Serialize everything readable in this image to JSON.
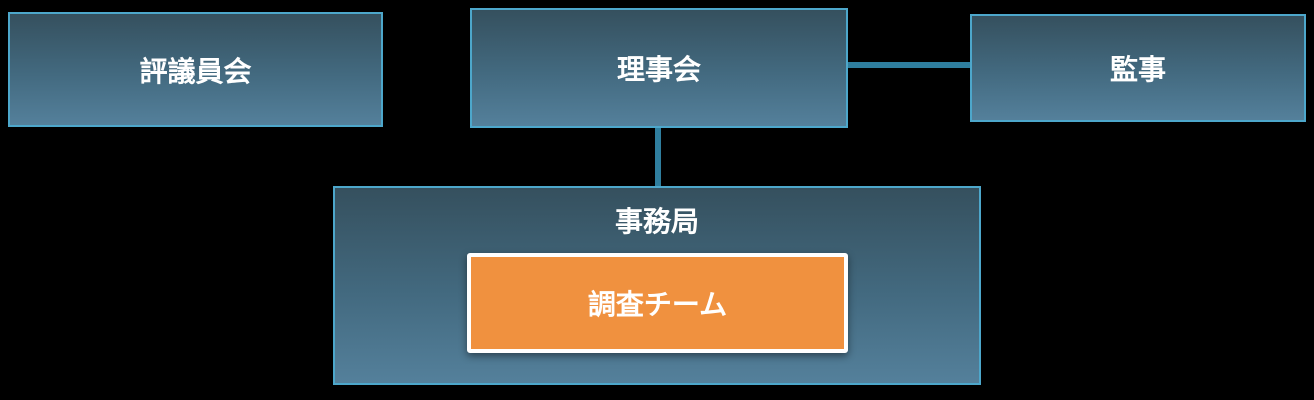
{
  "nodes": {
    "council": {
      "label": "評議員会"
    },
    "board": {
      "label": "理事会"
    },
    "auditor": {
      "label": "監事"
    },
    "secretariat": {
      "label": "事務局"
    },
    "research_team": {
      "label": "調査チーム"
    }
  },
  "connectors": [
    {
      "from": "board",
      "to": "auditor",
      "orientation": "horizontal"
    },
    {
      "from": "board",
      "to": "secretariat",
      "orientation": "vertical"
    }
  ],
  "colors": {
    "background": "#000000",
    "node_border": "#4da7cb",
    "node_gradient_top": "#35505e",
    "node_gradient_bottom": "#54809b",
    "connector": "#2f7e9e",
    "team_fill": "#f0913f",
    "team_border": "#ffffff",
    "label_text": "#ffffff"
  }
}
